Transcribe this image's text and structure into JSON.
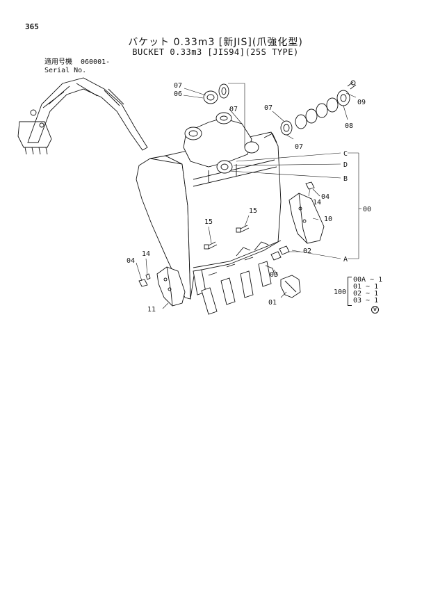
{
  "header": {
    "page_number": "365",
    "title_jp": "バケット 0.33m3 [新JIS](爪強化型)",
    "title_en": "BUCKET 0.33m3 [JIS94](25S TYPE)"
  },
  "serial": {
    "label_jp": "適用号機",
    "value": "060001-",
    "label_en": "Serial No."
  },
  "callouts": {
    "p01": "01",
    "p02": "02",
    "p03": "03",
    "p04a": "04",
    "p04b": "04",
    "p06": "06",
    "p07a": "07",
    "p07b": "07",
    "p07c": "07",
    "p07d": "07",
    "p08": "08",
    "p09": "09",
    "p10": "10",
    "p11": "11",
    "p14a": "14",
    "p14b": "14",
    "p15a": "15",
    "p15b": "15",
    "p00": "00",
    "pA": "A",
    "pB": "B",
    "pC": "C",
    "pD": "D"
  },
  "quantity_table": {
    "root": "100",
    "items": [
      "00A ~ 1",
      "01  ~ 1",
      "02  ~ 1",
      "03  ~ 1"
    ],
    "mark": "W"
  }
}
